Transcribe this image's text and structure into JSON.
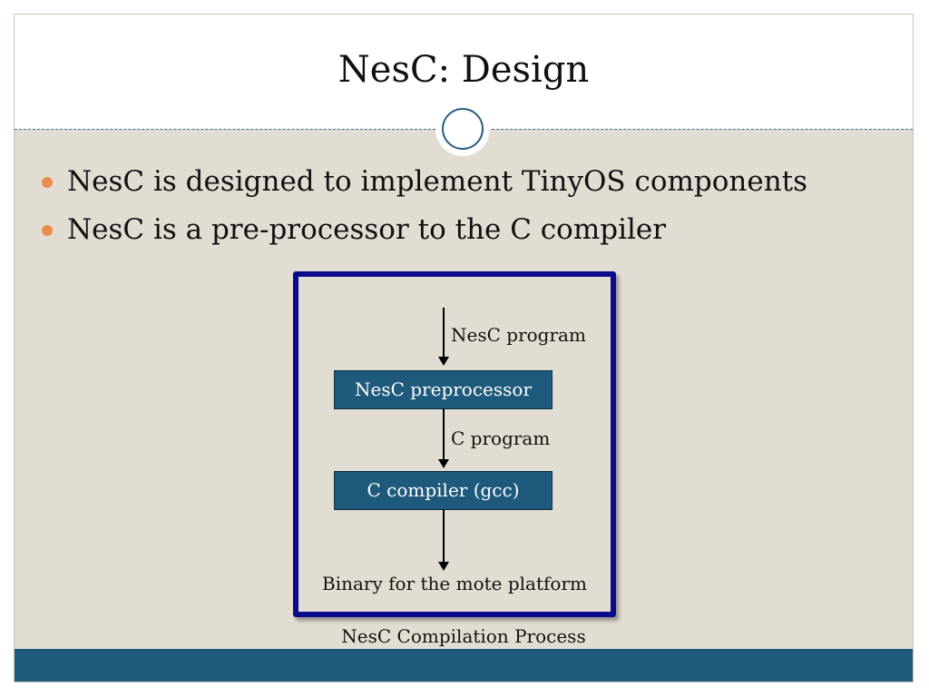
{
  "slide": {
    "title": "NesC: Design",
    "bullets": [
      "NesC is designed to implement TinyOS components",
      "NesC is a pre-processor to the C compiler"
    ]
  },
  "diagram": {
    "nodes": [
      {
        "id": "preprocessor",
        "label": "NesC preprocessor"
      },
      {
        "id": "compiler",
        "label": "C compiler (gcc)"
      }
    ],
    "edges": [
      {
        "from": "",
        "to": "preprocessor",
        "label": "NesC program"
      },
      {
        "from": "preprocessor",
        "to": "compiler",
        "label": "C program"
      },
      {
        "from": "compiler",
        "to": "output",
        "label": ""
      }
    ],
    "output_label": "Binary for the mote platform",
    "caption": "NesC Compilation Process"
  },
  "colors": {
    "slide_background": "#e2ddd2",
    "accent_blue": "#1e5a7c",
    "frame_blue": "#0a0a8c",
    "bullet_orange": "#e88b4c"
  }
}
